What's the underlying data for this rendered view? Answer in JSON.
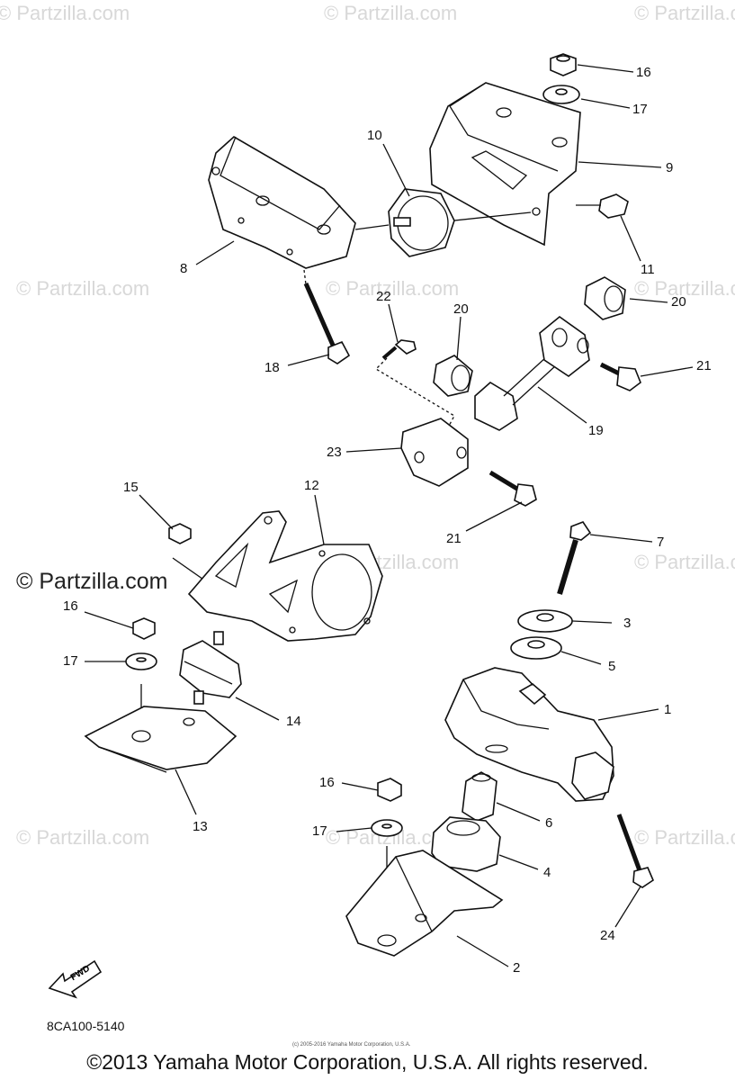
{
  "watermarks": [
    "© Partzilla.com",
    "© Partzilla.com",
    "© Partzilla.com",
    "© Partzilla.com",
    "© Partzilla.com",
    "© Partzilla.com",
    "© Partzilla.com",
    "© Partzilla.com",
    "© Partzilla.com",
    "© Partzilla.com",
    "© Partzilla.com"
  ],
  "watermark_main": "© Partzilla.com",
  "callouts": {
    "c16a": "16",
    "c17a": "17",
    "c9": "9",
    "c10": "10",
    "c11": "11",
    "c8": "8",
    "c20a": "20",
    "c22": "22",
    "c20b": "20",
    "c18": "18",
    "c21a": "21",
    "c19": "19",
    "c23": "23",
    "c15": "15",
    "c12": "12",
    "c21b": "21",
    "c7": "7",
    "c16b": "16",
    "c3": "3",
    "c17b": "17",
    "c5": "5",
    "c14": "14",
    "c1": "1",
    "c13": "13",
    "c16c": "16",
    "c6": "6",
    "c17c": "17",
    "c4": "4",
    "c24": "24",
    "c2": "2"
  },
  "fwd_label": "FWD",
  "diagram_code": "8CA100-5140",
  "small_copyright": "(c) 2005-2016 Yamaha Motor Corporation, U.S.A.",
  "copyright": "©2013 Yamaha Motor Corporation, U.S.A. All rights reserved."
}
